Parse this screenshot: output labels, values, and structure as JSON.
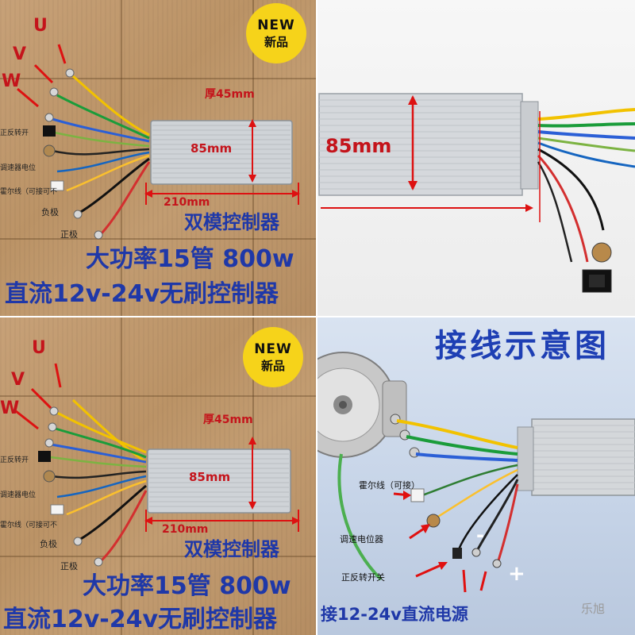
{
  "badge": {
    "en": "NEW",
    "cn": "新品"
  },
  "phase_labels": {
    "u": "U",
    "v": "V",
    "w": "W"
  },
  "dims": {
    "thickness": "厚45mm",
    "width": "85mm",
    "length": "210mm"
  },
  "wire_labels": {
    "reverse_switch": "正反转开",
    "speed_pot": "调速器电位",
    "hall": "霍尔线（可接可不",
    "negative": "负极",
    "positive": "正极"
  },
  "captions": {
    "module": "双模控制器",
    "power": "大功率15管  800w",
    "voltage": "直流12v-24v无刷控制器"
  },
  "right_top": {
    "dim_width": "85mm"
  },
  "diagram": {
    "title": "接线示意图",
    "hall": "霍尔线（可接）",
    "speed_pot": "调速电位器",
    "reverse_switch": "正反转开关",
    "power_input": "接12-24v直流电源",
    "minus": "-",
    "plus": "+",
    "watermark": "乐旭"
  },
  "colors": {
    "caption_blue": "#1f38a8",
    "label_red": "#c4141b",
    "badge_yellow": "#f6d31a"
  }
}
